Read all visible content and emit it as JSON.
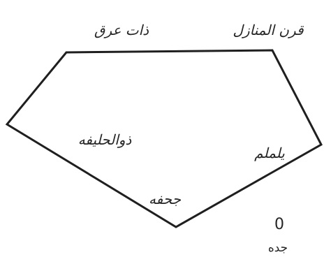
{
  "diagram": {
    "miqat_labels": {
      "dhat_irq": "ذات عرق",
      "qarn_al_manazil": "قرن المنازل",
      "dhul_hulayfah": "ذوالحليفه",
      "yalamlam": "يلملم",
      "juhfah": "جحفه"
    },
    "city": {
      "marker": "0",
      "name": "جده"
    }
  }
}
